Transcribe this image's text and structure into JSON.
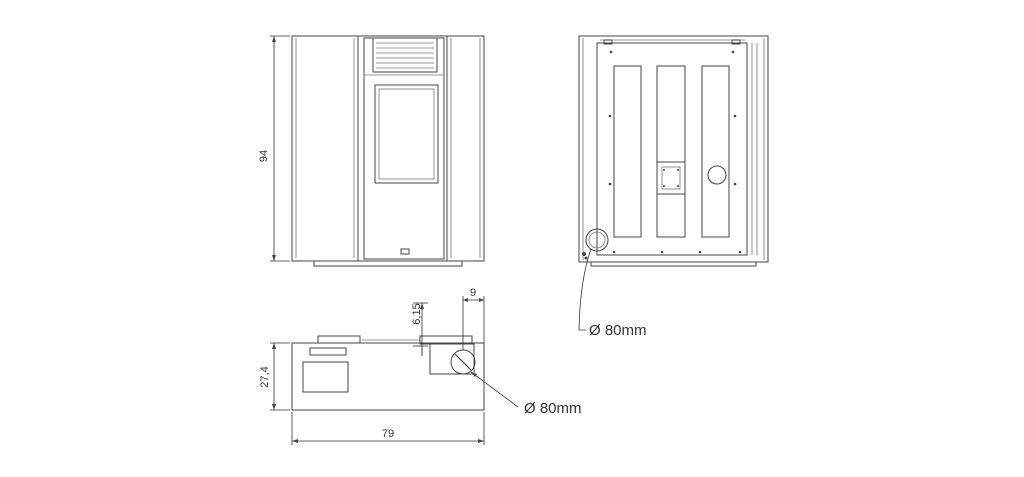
{
  "dimensions": {
    "height": "94",
    "width": "79",
    "depth": "27,4",
    "flue_offset": "6,15",
    "flue_distance": "9"
  },
  "callouts": {
    "flue_back": "Ø 80mm",
    "flue_top": "Ø 80mm"
  }
}
